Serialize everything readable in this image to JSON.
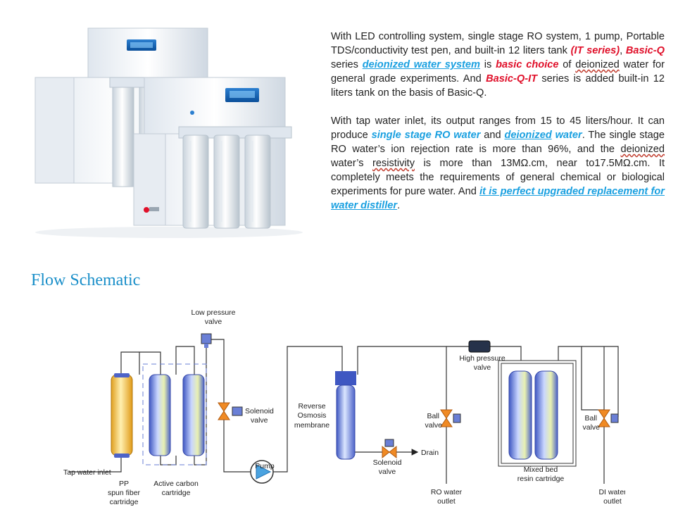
{
  "desc": {
    "p1": {
      "t1": "With LED controlling system, single stage RO system, 1 pump, Portable TDS/conductivity test pen, and built-in 12 liters tank ",
      "k1": "(IT series)",
      "t2": ", ",
      "k2": "Basic-Q",
      "t3": " series ",
      "k3": "deionized water system",
      "t4": " is ",
      "k4": "basic choice",
      "t5": " of ",
      "w1": "deionized",
      "t6": " water for general grade experiments. And ",
      "k5": "Basic-Q-IT",
      "t7": " series is added built-in 12 liters tank on the basis of Basic-Q."
    },
    "p2": {
      "t1": "With tap water inlet, its output ranges from 15 to 45 liters/hour. It can produce ",
      "k1": "single stage RO water",
      "t2": " and ",
      "k2": "deionized",
      "k2b": " water",
      "t3": ". The single stage RO water’s ion rejection rate is more than 96%, and the ",
      "w1": "deionized",
      "t4": " water’s ",
      "w2": "resistivity",
      "t5": " is more than 13MΩ.cm, near to17.5MΩ.cm. It completely meets the requirements of general chemical or biological experiments for pure water. And ",
      "k3": "it is perfect upgraded replacement for water distiller",
      "t6": "."
    }
  },
  "flow_title": "Flow Schematic",
  "labels": {
    "low_pressure_1": "Low pressure",
    "low_pressure_2": "valve",
    "solenoid1_1": "Solenoid",
    "solenoid1_2": "valve",
    "ro_1": "Reverse",
    "ro_2": "Osmosis",
    "ro_3": "membrane",
    "high_pressure_1": "High pressure",
    "high_pressure_2": "valve",
    "ball1_1": "Ball",
    "ball1_2": "valve",
    "ball2_1": "Ball",
    "ball2_2": "valve",
    "drain": "Drain",
    "solenoid2_1": "Solenoid",
    "solenoid2_2": "valve",
    "pump": "Pump",
    "tap": "Tap water inlet",
    "pp_1": "PP",
    "pp_2": "spun fiber",
    "pp_3": "cartridge",
    "ac_1": "Active carbon",
    "ac_2": "cartridge",
    "ro_out_1": "RO water",
    "ro_out_2": "outlet",
    "mixed_1": "Mixed bed",
    "mixed_2": "resin cartridge",
    "di_out_1": "DI water",
    "di_out_2": "outlet"
  },
  "colors": {
    "accent_red": "#e0102a",
    "accent_blue": "#1aa0e0",
    "title_blue": "#1a8fc9",
    "valve_orange": "#f08a24",
    "cartridge_blue": "#6a7fd6",
    "pp_yellow": "#f2c040"
  }
}
